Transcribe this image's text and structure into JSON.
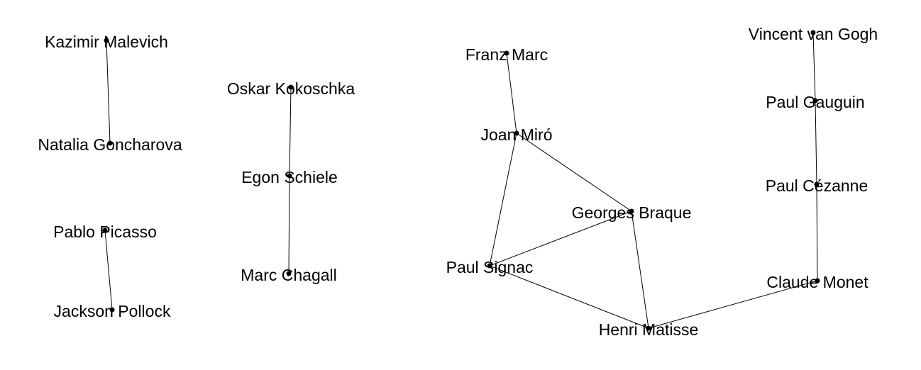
{
  "graph": {
    "nodes": [
      {
        "id": "malevich",
        "label": "Kazimir Malevich"
      },
      {
        "id": "goncharova",
        "label": "Natalia Goncharova"
      },
      {
        "id": "picasso",
        "label": "Pablo Picasso"
      },
      {
        "id": "pollock",
        "label": "Jackson Pollock"
      },
      {
        "id": "kokoschka",
        "label": "Oskar Kokoschka"
      },
      {
        "id": "schiele",
        "label": "Egon Schiele"
      },
      {
        "id": "chagall",
        "label": "Marc Chagall"
      },
      {
        "id": "marc",
        "label": "Franz Marc"
      },
      {
        "id": "miro",
        "label": "Joan Miró"
      },
      {
        "id": "braque",
        "label": "Georges Braque"
      },
      {
        "id": "signac",
        "label": "Paul Signac"
      },
      {
        "id": "matisse",
        "label": "Henri Matisse"
      },
      {
        "id": "vangogh",
        "label": "Vincent van Gogh"
      },
      {
        "id": "gauguin",
        "label": "Paul Gauguin"
      },
      {
        "id": "cezanne",
        "label": "Paul Cézanne"
      },
      {
        "id": "monet",
        "label": "Claude Monet"
      }
    ],
    "edges": [
      [
        "malevich",
        "goncharova"
      ],
      [
        "picasso",
        "pollock"
      ],
      [
        "kokoschka",
        "schiele"
      ],
      [
        "schiele",
        "chagall"
      ],
      [
        "marc",
        "miro"
      ],
      [
        "miro",
        "braque"
      ],
      [
        "miro",
        "signac"
      ],
      [
        "signac",
        "braque"
      ],
      [
        "signac",
        "matisse"
      ],
      [
        "braque",
        "matisse"
      ],
      [
        "matisse",
        "monet"
      ],
      [
        "monet",
        "cezanne"
      ],
      [
        "cezanne",
        "gauguin"
      ],
      [
        "gauguin",
        "vangogh"
      ]
    ],
    "colors": {
      "ink": "#000000",
      "background": "#ffffff"
    }
  }
}
